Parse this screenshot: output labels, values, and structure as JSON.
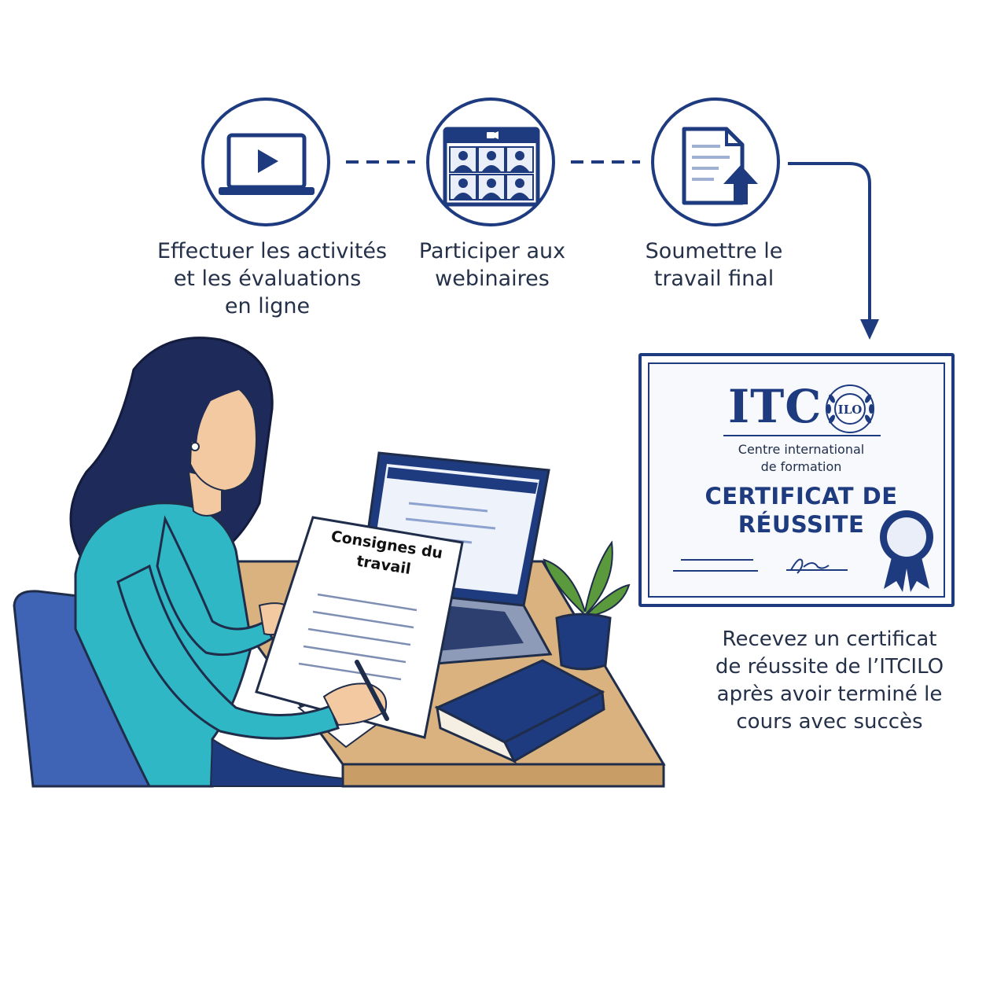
{
  "steps": [
    {
      "label_lines": [
        "Effectuer les activités",
        "et les évaluations",
        "en ligne"
      ],
      "icon": "laptop-play-icon"
    },
    {
      "label_lines": [
        "Participer aux",
        "webinaires"
      ],
      "icon": "video-conference-grid-icon"
    },
    {
      "label_lines": [
        "Soumettre le",
        "travail final"
      ],
      "icon": "document-upload-icon"
    }
  ],
  "certificate": {
    "logo_text": "ITC",
    "emblem_text": "ILO",
    "org_lines": [
      "Centre international",
      "de formation"
    ],
    "title_lines": [
      "CERTIFICAT DE",
      "RÉUSSITE"
    ],
    "seal_icon": "award-rosette-icon"
  },
  "caption_lines": [
    "Recevez un certificat",
    "de réussite de l’ITCILO",
    "après avoir terminé le",
    "cours avec succès"
  ],
  "document": {
    "title_lines": [
      "Consignes du",
      "travail"
    ]
  },
  "colors": {
    "navy": "#1f3b80",
    "text": "#253049",
    "shirt": "#2fb7c5",
    "desk": "#d9b27f",
    "chair": "#3f63b5",
    "hair": "#1e2a5a",
    "skin": "#f3c9a2",
    "plant": "#5b9a3c"
  }
}
